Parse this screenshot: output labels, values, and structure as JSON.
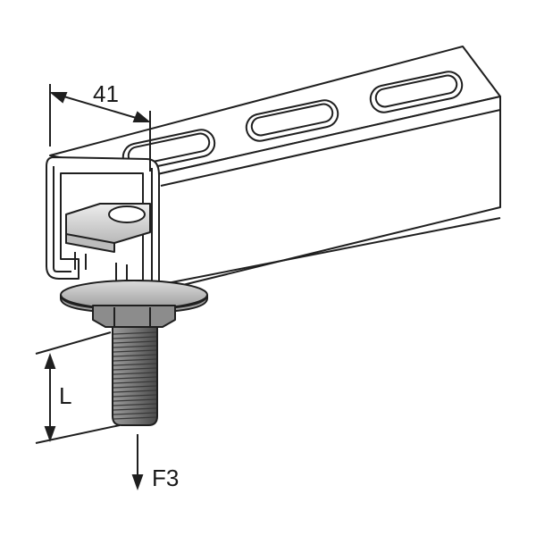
{
  "diagram": {
    "labels": {
      "width_dimension": "41",
      "length_dimension": "L",
      "force": "F3"
    },
    "colors": {
      "stroke": "#1f1f1f",
      "rail_fill": "#ffffff",
      "nut_fill": "#d9d9d9",
      "bolt_fill": "#8f8f8f",
      "washer_fill": "#c4c4c4"
    }
  }
}
